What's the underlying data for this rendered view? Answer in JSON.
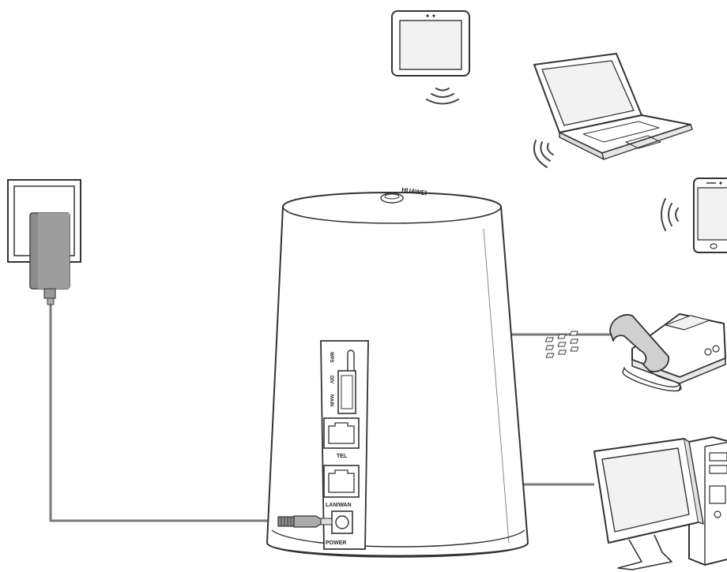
{
  "router": {
    "logo": "HUAWEI",
    "ports": {
      "wps": "WPS",
      "div": "DIV",
      "main": "MAIN",
      "tel": "TEL",
      "lan_wan": "LAN/WAN",
      "power": "POWER"
    }
  },
  "devices": [
    "tablet",
    "laptop",
    "smartphone",
    "telephone",
    "desktop-computer",
    "power-adapter"
  ],
  "colors": {
    "outline": "#333333",
    "cable": "#7a7a7a",
    "adapter": "#8c8c8c",
    "screen": "#f2f2f2"
  }
}
